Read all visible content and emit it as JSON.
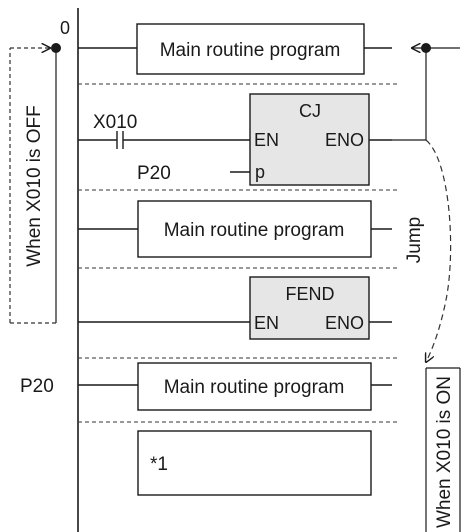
{
  "step_number": "0",
  "routines": {
    "main_1": "Main routine program",
    "main_2": "Main routine program",
    "main_3": "Main routine program",
    "note": "*1"
  },
  "contact": {
    "device": "X010"
  },
  "cj_block": {
    "name": "CJ",
    "en": "EN",
    "eno": "ENO",
    "p": "p",
    "pointer_operand": "P20"
  },
  "fend_block": {
    "name": "FEND",
    "en": "EN",
    "eno": "ENO"
  },
  "pointer_label": "P20",
  "annotations": {
    "off_path": "When X010 is OFF",
    "on_path": "When X010 is ON",
    "jump": "Jump"
  }
}
